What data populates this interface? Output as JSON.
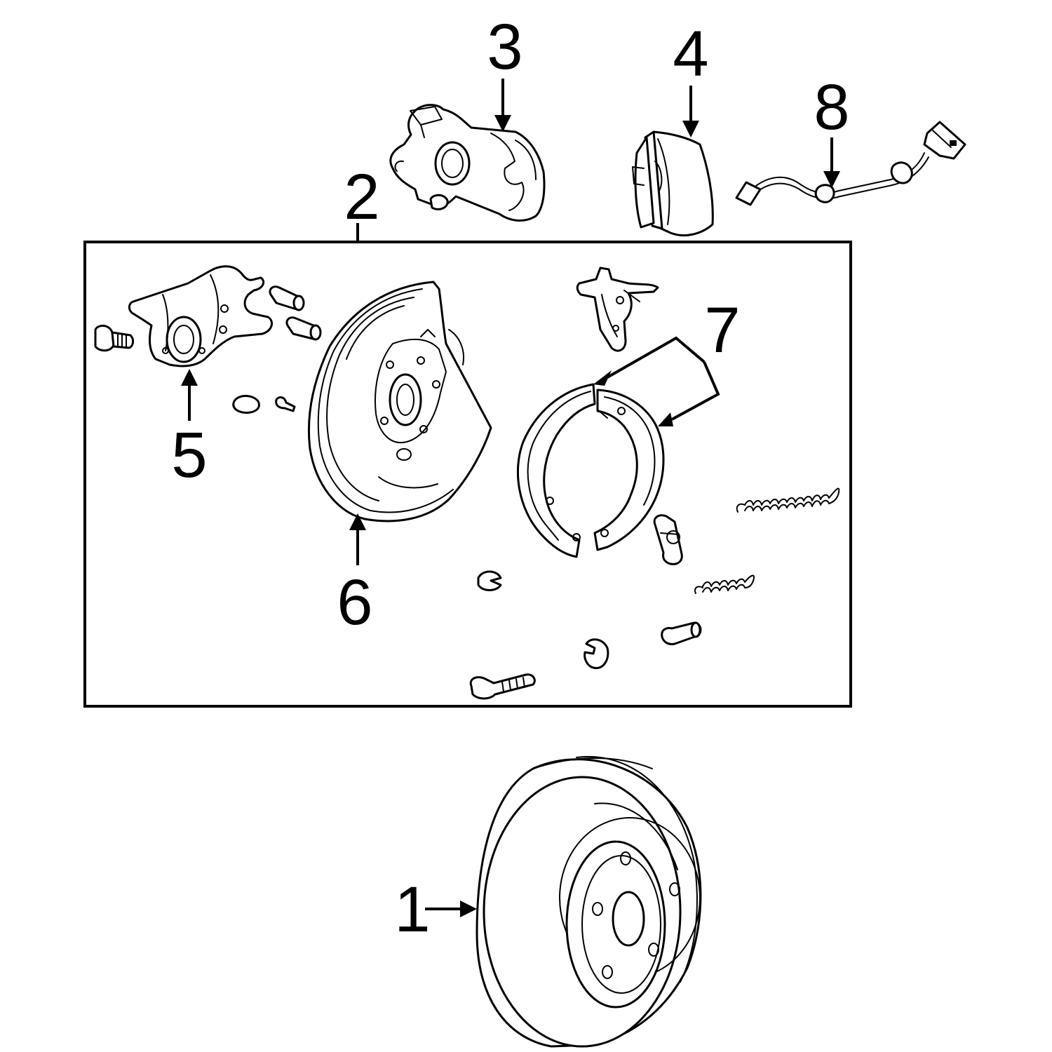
{
  "diagram": {
    "callouts": {
      "rotor": "1",
      "backing_kit": "2",
      "caliper": "3",
      "pads": "4",
      "adapter": "5",
      "splash_shield": "6",
      "shoes": "7",
      "sensor_wire": "8"
    },
    "colors": {
      "line": "#000000",
      "background": "#ffffff"
    }
  }
}
